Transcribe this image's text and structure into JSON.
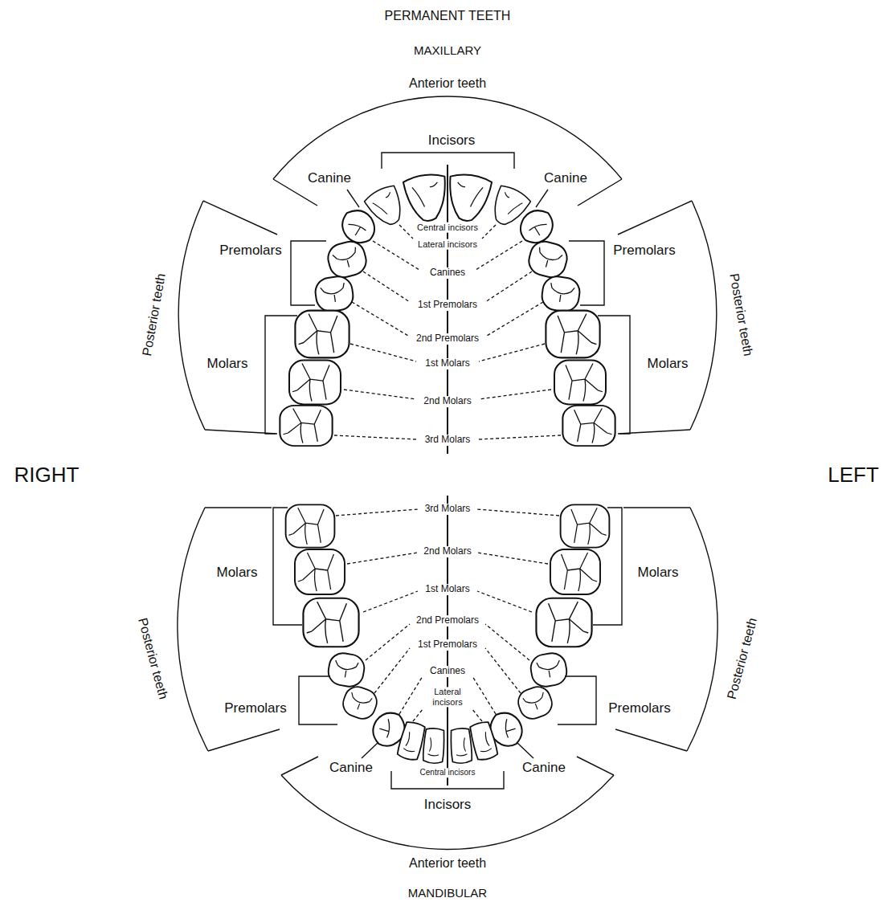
{
  "diagram": {
    "title": "PERMANENT TEETH",
    "labels": [
      "MAXILLARY",
      "Anterior teeth",
      "Incisors",
      "Canine",
      "Canine",
      "Central incisors",
      "Premolars",
      "Premolars",
      "Lateral incisors",
      "Canines",
      "Posterior teeth",
      "Posterior teeth",
      "1st Premolars",
      "2nd Premolars",
      "Molars",
      "1st Molars",
      "Molars",
      "2nd Molars",
      "3rd Molars",
      "RIGHT",
      "LEFT",
      "3rd Molars",
      "2nd Molars",
      "Molars",
      "Molars",
      "1st Molars",
      "2nd Premolars",
      "1st Premolars",
      "Posterior teeth",
      "Canines",
      "Posterior teeth",
      "Lateral incisors",
      "Premolars",
      "Premolars",
      "Canine",
      "Central incisors",
      "Canine",
      "Incisors",
      "Anterior teeth",
      "MANDIBULAR"
    ]
  }
}
